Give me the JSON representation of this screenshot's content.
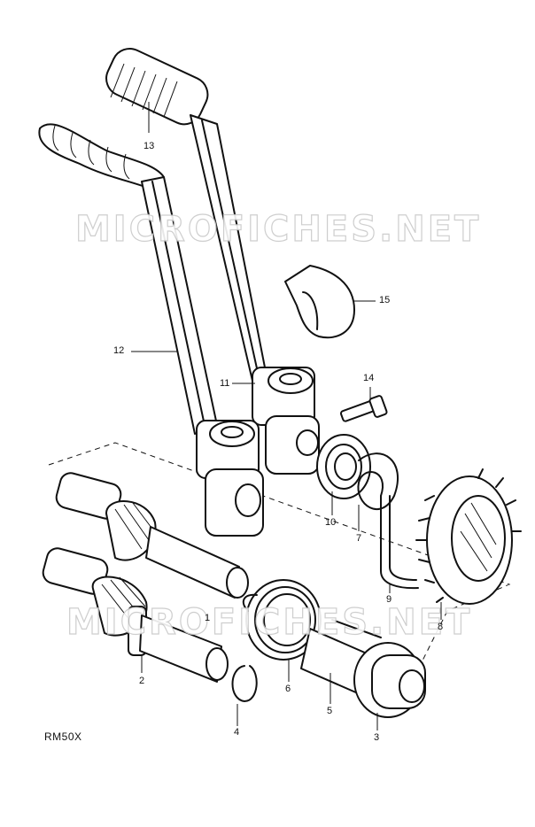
{
  "diagram": {
    "model_label": "RM50X",
    "watermark_text": "MICROFICHES.NET",
    "callouts": [
      {
        "id": "13",
        "label": "13"
      },
      {
        "id": "15",
        "label": "15"
      },
      {
        "id": "12",
        "label": "12"
      },
      {
        "id": "11",
        "label": "11"
      },
      {
        "id": "14",
        "label": "14"
      },
      {
        "id": "10",
        "label": "10"
      },
      {
        "id": "7",
        "label": "7"
      },
      {
        "id": "9",
        "label": "9"
      },
      {
        "id": "8",
        "label": "8"
      },
      {
        "id": "1",
        "label": "1"
      },
      {
        "id": "2",
        "label": "2"
      },
      {
        "id": "6",
        "label": "6"
      },
      {
        "id": "5",
        "label": "5"
      },
      {
        "id": "4",
        "label": "4"
      },
      {
        "id": "3",
        "label": "3"
      }
    ]
  }
}
